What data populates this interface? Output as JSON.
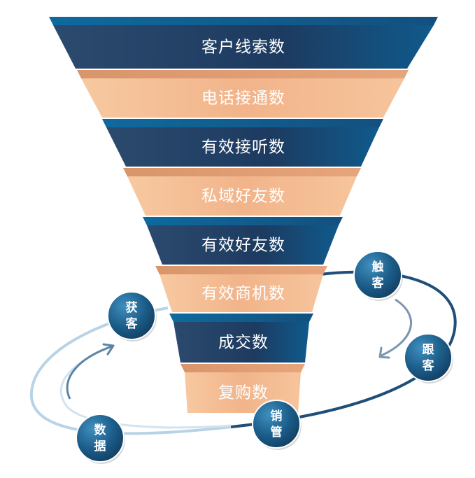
{
  "funnel": {
    "tiers": [
      {
        "label": "客户线索数",
        "tone": "dark"
      },
      {
        "label": "电话接通数",
        "tone": "light"
      },
      {
        "label": "有效接听数",
        "tone": "dark"
      },
      {
        "label": "私域好友数",
        "tone": "light"
      },
      {
        "label": "有效好友数",
        "tone": "dark"
      },
      {
        "label": "有效商机数",
        "tone": "light"
      },
      {
        "label": "成交数",
        "tone": "dark"
      },
      {
        "label": "复购数",
        "tone": "light"
      }
    ]
  },
  "cycle": {
    "nodes": [
      {
        "line1": "触",
        "line2": "客"
      },
      {
        "line1": "跟",
        "line2": "客"
      },
      {
        "line1": "销",
        "line2": "管"
      },
      {
        "line1": "数",
        "line2": "据"
      },
      {
        "line1": "获",
        "line2": "客"
      }
    ]
  },
  "colors": {
    "dark_top": "#173a66",
    "dark_body": "#1f3d62",
    "light_top": "#e8a981",
    "light_body": "#f4be94",
    "node": "#1d5d86"
  }
}
